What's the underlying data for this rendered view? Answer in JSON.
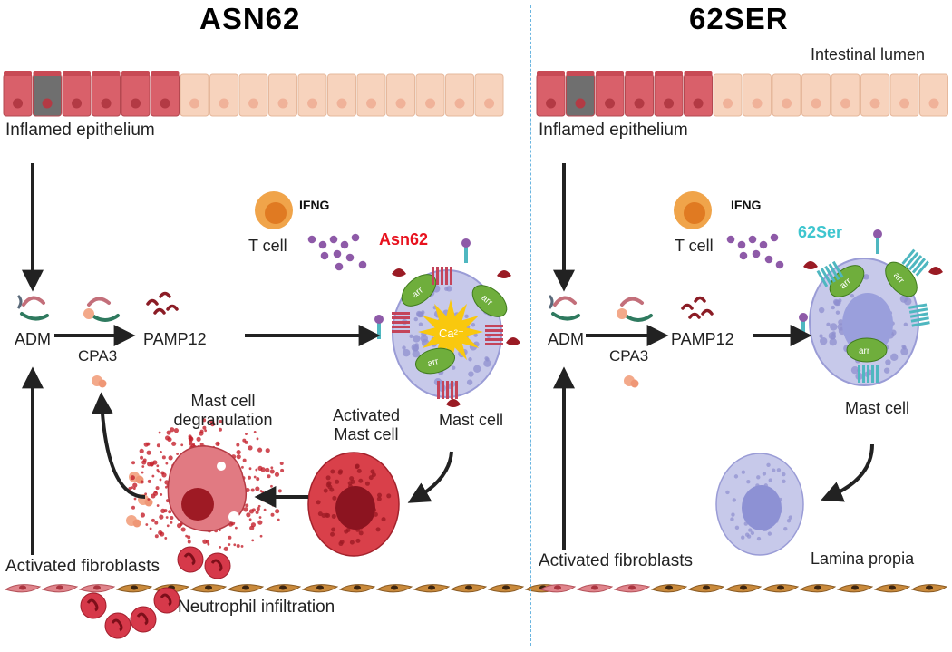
{
  "left_panel": {
    "title": "ASN62",
    "epithelium_label": "Inflamed epithelium",
    "t_cell_label": "T cell",
    "ifng_label": "IFNG",
    "variant_label": "Asn62",
    "adm_label": "ADM",
    "cpa3_label": "CPA3",
    "pamp12_label": "PAMP12",
    "mast_cell_label": "Mast cell",
    "calcium_label": "Ca²⁺",
    "arr_label": "arr",
    "activated_mast_cell_line1": "Activated",
    "activated_mast_cell_line2": "Mast cell",
    "degranulation_line1": "Mast cell",
    "degranulation_line2": "degranulation",
    "fibroblasts_label": "Activated fibroblasts",
    "neutrophil_label": "Neutrophil infiltration"
  },
  "right_panel": {
    "title": "62SER",
    "lumen_label": "Intestinal lumen",
    "epithelium_label": "Inflamed epithelium",
    "t_cell_label": "T cell",
    "ifng_label": "IFNG",
    "variant_label": "62Ser",
    "adm_label": "ADM",
    "cpa3_label": "CPA3",
    "pamp12_label": "PAMP12",
    "mast_cell_label": "Mast cell",
    "arr_label": "arr",
    "fibroblasts_label": "Activated fibroblasts",
    "lamina_label": "Lamina propia"
  },
  "colors": {
    "inflamed_cell": "#d9606a",
    "normal_cell": "#f7d3bd",
    "goblet_cell": "#6f6f6f",
    "mast_cell": "#c7c9ea",
    "mast_granule": "#8f8fcf",
    "activated_mast": "#d9404a",
    "arrestin": "#6fae3c",
    "receptor_red": "#c4445a",
    "receptor_cyan": "#4fb7c0",
    "variant_red": "#e8121e",
    "variant_cyan": "#3fc6cf",
    "t_cell": "#f0a44a",
    "ifng_dot": "#8e5aa8",
    "divider": "#6ab5e0",
    "fibroblast_brown": "#c98a3c"
  }
}
